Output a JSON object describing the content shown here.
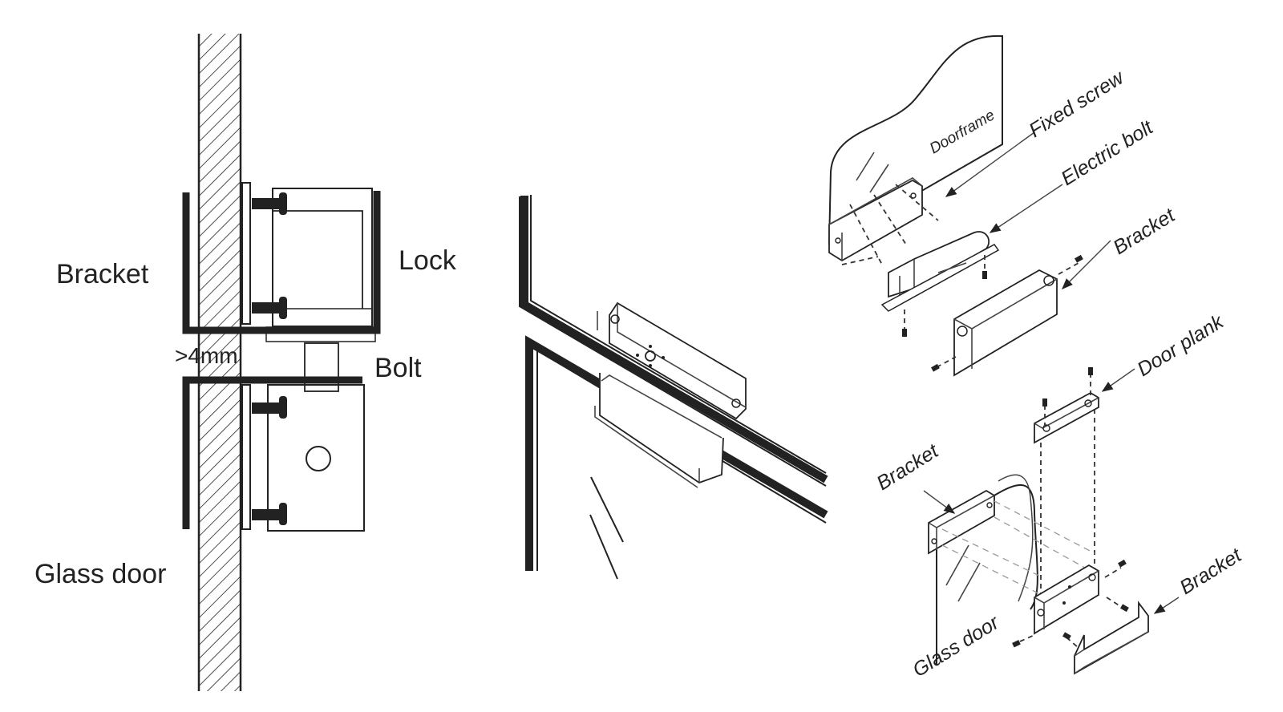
{
  "section_view": {
    "bracket_label": "Bracket",
    "lock_label": "Lock",
    "gap_label": ">4mm",
    "bolt_label": "Bolt",
    "glass_door_label": "Glass door"
  },
  "exploded_view": {
    "doorframe_label": "Doorframe",
    "fixed_screw_label": "Fixed screw",
    "electric_bolt_label": "Electric bolt",
    "bracket_top_label": "Bracket",
    "door_plank_label": "Door plank",
    "bracket_left_label": "Bracket",
    "bracket_right_label": "Bracket",
    "glass_door_label": "Glass door"
  },
  "colors": {
    "ink": "#222222",
    "paper": "#ffffff"
  }
}
